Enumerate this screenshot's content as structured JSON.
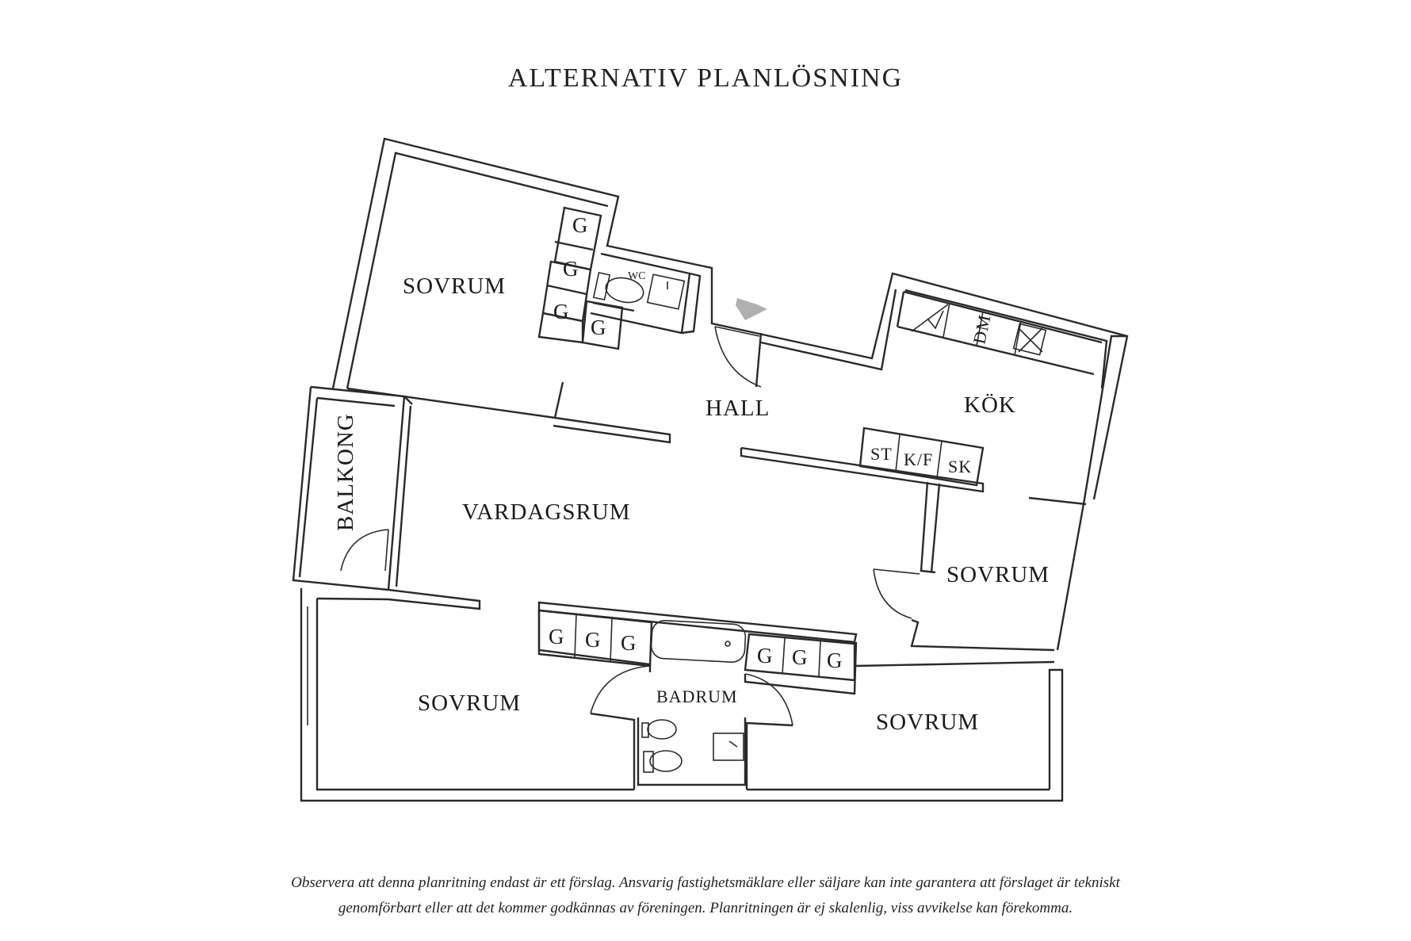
{
  "title": "ALTERNATIV PLANLÖSNING",
  "rooms": {
    "sovrum_top_left": "SOVRUM",
    "hall": "HALL",
    "kok": "KÖK",
    "balkong": "BALKONG",
    "vardagsrum": "VARDAGSRUM",
    "sovrum_right": "SOVRUM",
    "sovrum_bottom_left": "SOVRUM",
    "badrum": "BADRUM",
    "sovrum_bottom_right": "SOVRUM",
    "wc": "WC"
  },
  "storage": {
    "g": "G",
    "dm": "DM",
    "st": "ST",
    "kf": "K/F",
    "sk": "SK"
  },
  "disclaimer": {
    "line1": "Observera att denna planritning endast är ett förslag. Ansvarig fastighetsmäklare eller säljare kan inte garantera att förslaget är tekniskt",
    "line2": "genomförbart eller att det kommer godkännas av föreningen. Planritningen är ej skalenlig, viss avvikelse kan förekomma."
  },
  "colors": {
    "wall": "#2a2a2a",
    "entrance_arrow": "#b0b0b0"
  }
}
